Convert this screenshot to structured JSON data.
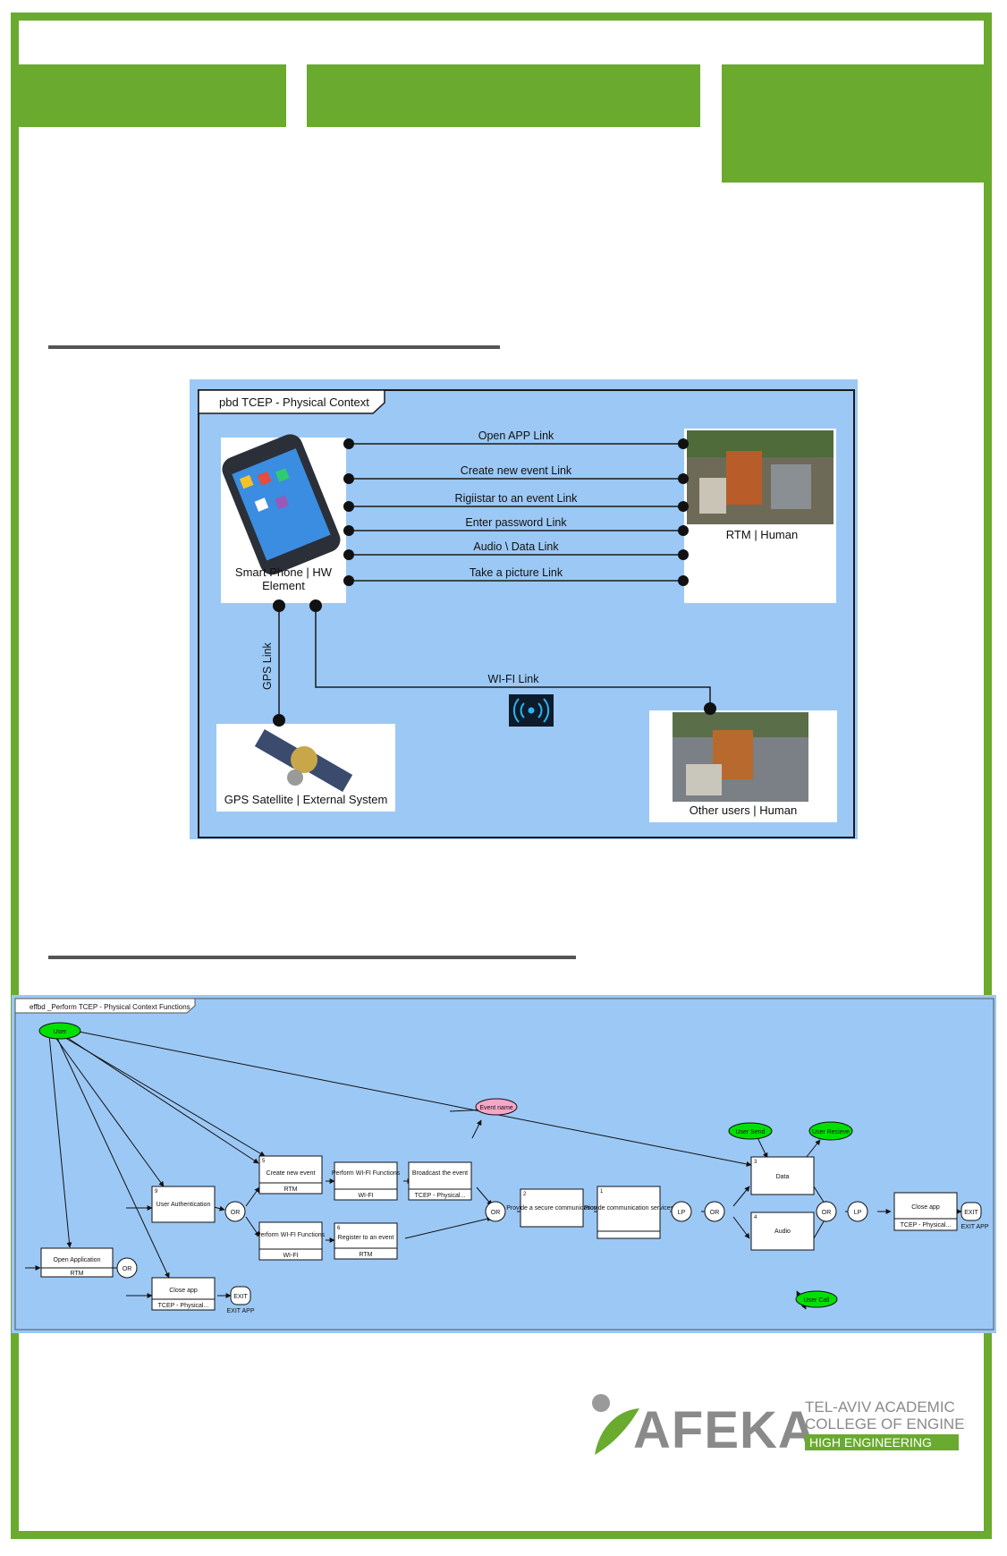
{
  "colors": {
    "frame_green": "#6aaa2e",
    "diagram_bg": "#9cc8f5",
    "node_green": "#00e000",
    "node_pink": "#f6a6c8",
    "rule_gray": "#555555"
  },
  "physical_context": {
    "frame_title": "pbd TCEP - Physical Context",
    "smartphone_label_1": "Smart Phone  |  HW",
    "smartphone_label_2": "Element",
    "rtm_label": "RTM  |  Human",
    "gps_label": "GPS Satellite  |  External System",
    "other_users_label": "Other users  |  Human",
    "links": [
      "Open APP Link",
      "Create new event Link",
      "Rigiistar to an event Link",
      "Enter password Link",
      "Audio \\ Data Link",
      "Take a picture Link"
    ],
    "gps_link": "GPS Link",
    "wifi_link": "WI-FI Link"
  },
  "effbd": {
    "frame_title": "effbd _Perform TCEP - Physical Context Functions",
    "user": "User",
    "event_name": "Event name",
    "user_send": "User Send",
    "user_receive": "User Recieve",
    "user_call": "User Call",
    "open_app": "Open Application",
    "open_app_sub": "RTM",
    "user_auth": "User Authentication",
    "user_auth_num": "9",
    "close_app_1": "Close app",
    "close_app_1_sub": "TCEP - Physical...",
    "exit_1": "EXIT",
    "exit_1_label": "EXIT APP",
    "create_event": "Create new event",
    "create_event_num": "5",
    "create_event_sub": "RTM",
    "perform_wifi_1": "Perform WI-FI Functions",
    "perform_wifi_1_sub": "WI-FI",
    "broadcast": "Broadcast the event",
    "broadcast_sub": "TCEP - Physical...",
    "perform_wifi_2": "Perform WI-FI Functions",
    "perform_wifi_2_sub": "WI-FI",
    "register_event": "Register to an event",
    "register_num": "6",
    "register_sub": "RTM",
    "secure_comm": "Provide a secure communication",
    "secure_num": "2",
    "comm_services": "Provide communication services",
    "comm_num": "1",
    "data": "Data",
    "data_num": "3",
    "audio": "Audio",
    "audio_num": "4",
    "close_app_2": "Close app",
    "close_app_2_sub": "TCEP - Physical...",
    "exit_2": "EXIT",
    "exit_2_label": "EXIT APP",
    "or": "OR",
    "lp": "LP"
  },
  "logo": {
    "name": "AFEKA",
    "line1": "TEL-AVIV  ACADEMIC",
    "line2": "COLLEGE  OF  ENGINEERING",
    "line3": "HIGH ENGINEERING"
  }
}
